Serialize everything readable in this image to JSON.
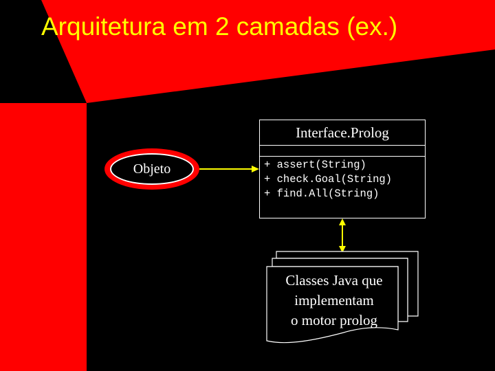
{
  "slide": {
    "title": "Arquitetura em 2 camadas (ex.)",
    "colors": {
      "background": "#000000",
      "accent": "#ff0000",
      "title": "#ffff00",
      "arrow": "#ffff00",
      "text": "#ffffff"
    }
  },
  "diagram": {
    "object_label": "Objeto",
    "interface": {
      "name": "Interface.Prolog",
      "methods": [
        "+ assert(String)",
        "+ check.Goal(String)",
        "+ find.All(String)"
      ]
    },
    "document": {
      "lines": [
        "Classes Java que",
        "implementam",
        "o motor prolog"
      ]
    }
  }
}
